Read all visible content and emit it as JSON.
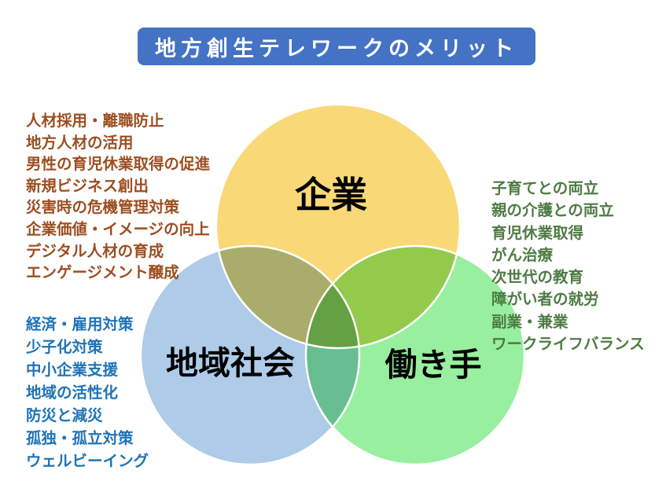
{
  "title": "地方創生テレワークのメリット",
  "title_style": {
    "bg": "#4472C4",
    "text": "#FFFFFF"
  },
  "venn": {
    "circles": [
      {
        "id": "company",
        "label": "企業",
        "color": "#F9D877"
      },
      {
        "id": "community",
        "label": "地域社会",
        "color": "#AECBE8"
      },
      {
        "id": "worker",
        "label": "働き手",
        "color": "#98EFA0"
      }
    ],
    "stroke_color": "#FFFFFF"
  },
  "lists": {
    "company": {
      "color": "#9C4E20",
      "items": [
        "人材採用・離職防止",
        "地方人材の活用",
        "男性の育児休業取得の促進",
        "新規ビジネス創出",
        "災害時の危機管理対策",
        "企業価値・イメージの向上",
        "デジタル人材の育成",
        "エンゲージメント醸成"
      ]
    },
    "community": {
      "color": "#1E73B8",
      "items": [
        "経済・雇用対策",
        "少子化対策",
        "中小企業支援",
        "地域の活性化",
        "防災と減災",
        "孤独・孤立対策",
        "ウェルビーイング"
      ]
    },
    "worker": {
      "color": "#4E7B43",
      "items": [
        "子育てとの両立",
        "親の介護との両立",
        "育児休業取得",
        "がん治療",
        "次世代の教育",
        "障がい者の就労",
        "副業・兼業",
        "ワークライフバランス"
      ]
    }
  }
}
